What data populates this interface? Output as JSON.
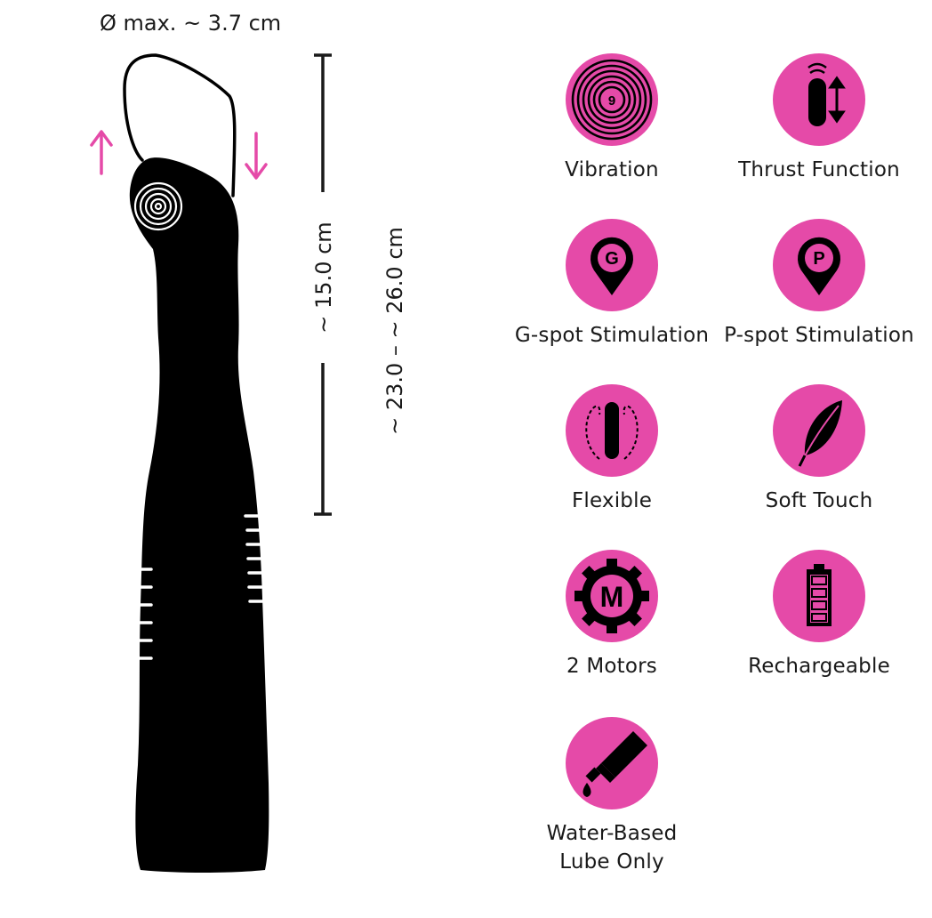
{
  "dimensions": {
    "diameter": "Ø max. ~ 3.7 cm",
    "insertable_length": "~ 15.0 cm",
    "total_length": "~ 23.0 – ~ 26.0 cm"
  },
  "colors": {
    "accent": "#e54aa8",
    "product": "#000000",
    "text": "#1a1a1a"
  },
  "features": [
    {
      "label": "Vibration",
      "icon": "vibration-icon"
    },
    {
      "label": "Thrust Function",
      "icon": "thrust-icon"
    },
    {
      "label": "G-spot Stimulation",
      "icon": "g-spot-icon"
    },
    {
      "label": "P-spot Stimulation",
      "icon": "p-spot-icon"
    },
    {
      "label": "Flexible",
      "icon": "flexible-icon"
    },
    {
      "label": "Soft Touch",
      "icon": "feather-icon"
    },
    {
      "label": "2 Motors",
      "icon": "motor-gear-icon"
    },
    {
      "label": "Rechargeable",
      "icon": "battery-icon"
    },
    {
      "label": "Water-Based Lube Only",
      "icon": "lube-tube-icon"
    }
  ]
}
